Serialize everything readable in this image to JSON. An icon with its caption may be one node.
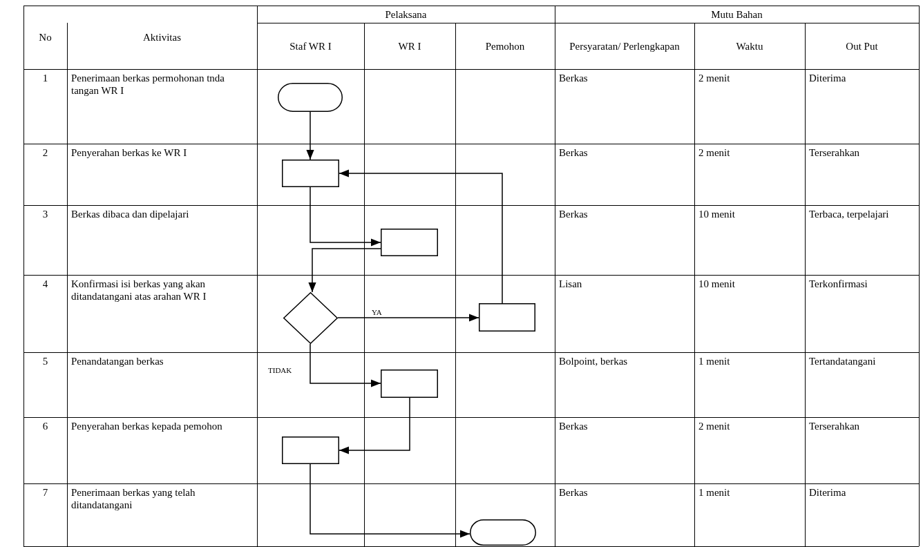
{
  "diagram": {
    "nodes": [
      {
        "text": [],
        "shape": "pill"
      },
      {
        "text": [],
        "shape": "box"
      },
      {
        "text": [],
        "shape": "box"
      },
      {
        "text": [],
        "shape": "diamond"
      },
      {
        "text": [],
        "shape": "box"
      },
      {
        "text": [],
        "shape": "box"
      },
      {
        "text": [],
        "shape": "box"
      },
      {
        "text": [],
        "shape": "pill"
      }
    ],
    "edges": [
      {
        "from": 0,
        "to": 1,
        "arrow": "to"
      },
      {
        "from": 4,
        "to": 1,
        "arrow": "to"
      },
      {
        "from": 1,
        "to": 2,
        "arrow": "to"
      },
      {
        "from": 2,
        "to": 3,
        "arrow": "to"
      },
      {
        "from": 3,
        "to": 4,
        "arrow": "to",
        "label": "YA"
      },
      {
        "from": 3,
        "to": 5,
        "arrow": "to",
        "label": "TIDAK"
      },
      {
        "from": 5,
        "to": 6,
        "arrow": "to"
      },
      {
        "from": 6,
        "to": 7,
        "arrow": "to"
      }
    ],
    "labels": [
      "No",
      "Aktivitas",
      "Pelaksana",
      "Mutu Bahan",
      "Staf WR I",
      "WR I",
      "Pemohon",
      "Persyaratan/ Perlengkapan",
      "Waktu",
      "Out Put",
      "1",
      "Penerimaan berkas permohonan tnda tangan WR I",
      "Berkas",
      "2 menit",
      "Diterima",
      "2",
      "Penyerahan berkas ke WR I",
      "Berkas",
      "2 menit",
      "Terserahkan",
      "3",
      "Berkas dibaca dan dipelajari",
      "Berkas",
      "10 menit",
      "Terbaca, terpelajari",
      "4",
      "Konfirmasi isi berkas yang akan ditandatangani atas arahan WR I",
      "Lisan",
      "10 menit",
      "Terkonfirmasi",
      "5",
      "Penandatangan berkas",
      "Bolpoint, berkas",
      "1 menit",
      "Tertandatangani",
      "6",
      "Penyerahan berkas kepada pemohon",
      "Berkas",
      "2 menit",
      "Terserahkan",
      "7",
      "Penerimaan berkas yang telah ditandatangani",
      "Berkas",
      "1 menit",
      "Diterima"
    ]
  }
}
